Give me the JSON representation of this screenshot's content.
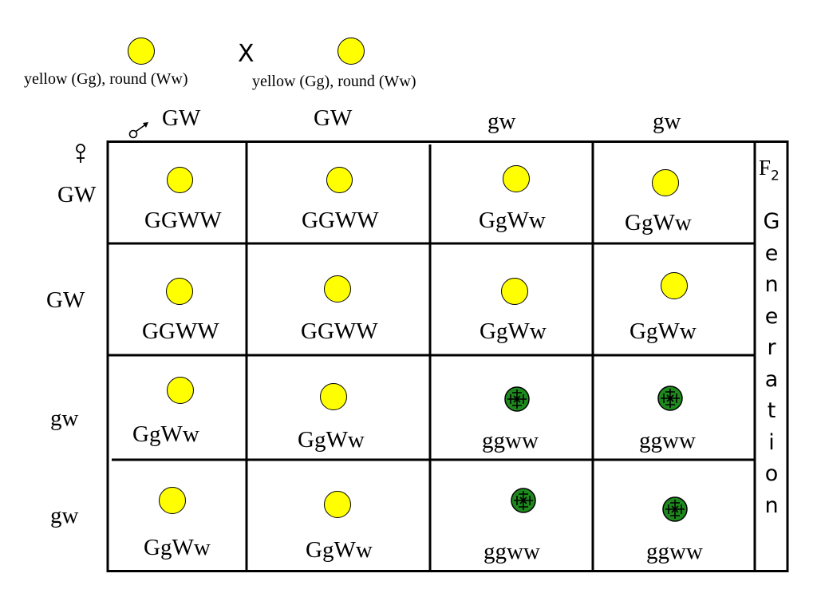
{
  "cross": {
    "parent1_label": "yellow (Gg), round (Ww)",
    "parent2_label": "yellow (Gg), round (Ww)",
    "cross_symbol": "X"
  },
  "male_gametes": [
    "GW",
    "GW",
    "gw",
    "gw"
  ],
  "female_gametes": [
    "GW",
    "GW",
    "gw",
    "gw"
  ],
  "grid": {
    "rows": [
      [
        {
          "genotype": "GGWW",
          "phenotype": "yellow-round"
        },
        {
          "genotype": "GGWW",
          "phenotype": "yellow-round"
        },
        {
          "genotype": "GgWw",
          "phenotype": "yellow-round"
        },
        {
          "genotype": "GgWw",
          "phenotype": "yellow-round"
        }
      ],
      [
        {
          "genotype": "GGWW",
          "phenotype": "yellow-round"
        },
        {
          "genotype": "GGWW",
          "phenotype": "yellow-round"
        },
        {
          "genotype": "GgWw",
          "phenotype": "yellow-round"
        },
        {
          "genotype": "GgWw",
          "phenotype": "yellow-round"
        }
      ],
      [
        {
          "genotype": "GgWw",
          "phenotype": "yellow-round"
        },
        {
          "genotype": "GgWw",
          "phenotype": "yellow-round"
        },
        {
          "genotype": "ggww",
          "phenotype": "green-wrinkled"
        },
        {
          "genotype": "ggww",
          "phenotype": "green-wrinkled"
        }
      ],
      [
        {
          "genotype": "GgWw",
          "phenotype": "yellow-round"
        },
        {
          "genotype": "GgWw",
          "phenotype": "yellow-round"
        },
        {
          "genotype": "ggww",
          "phenotype": "green-wrinkled"
        },
        {
          "genotype": "ggww",
          "phenotype": "green-wrinkled"
        }
      ]
    ]
  },
  "side_label": {
    "f": "F",
    "f_sub": "2",
    "word": "Generation"
  },
  "colors": {
    "yellow_pea": "#ffff00",
    "green_pea": "#1e8a1e",
    "line": "#000000"
  },
  "icons": {
    "male": "male-symbol-icon",
    "female": "female-symbol-icon"
  }
}
